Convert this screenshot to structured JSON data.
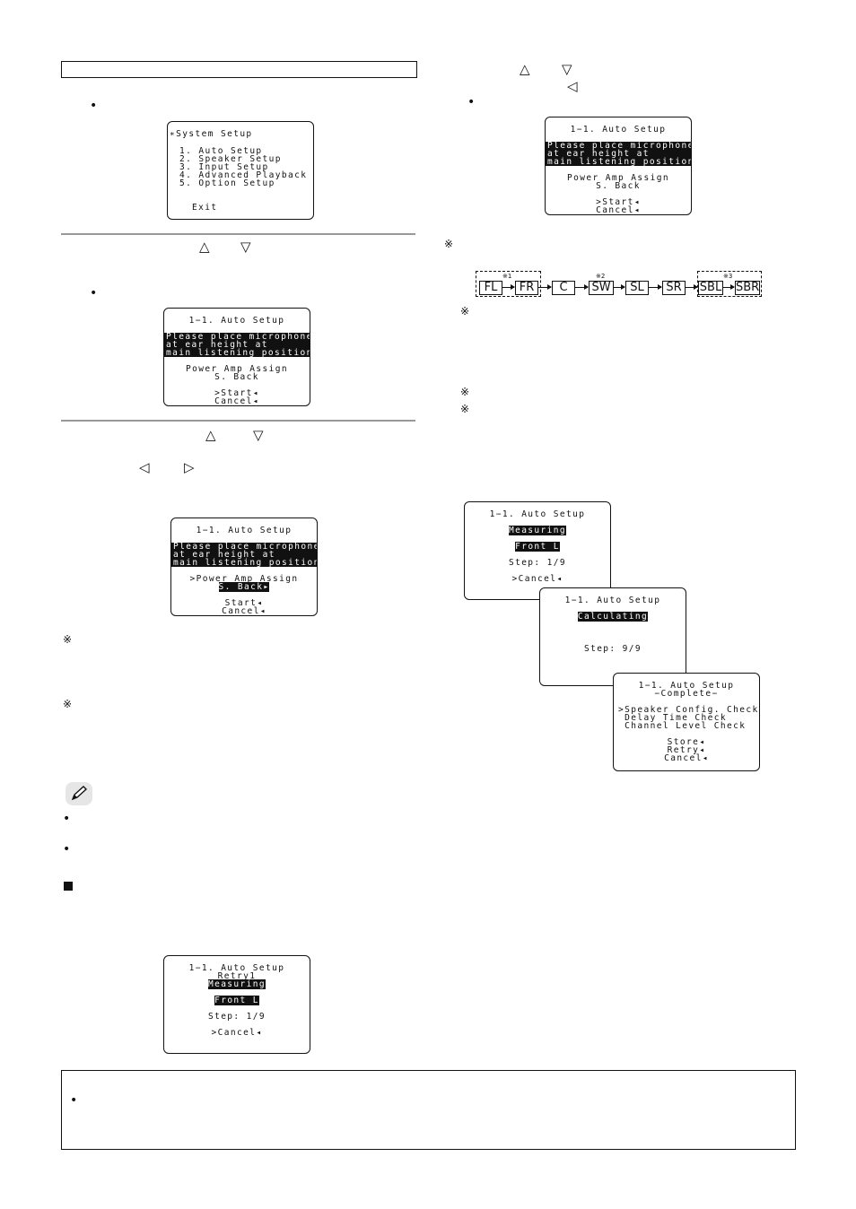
{
  "left_header_box": "",
  "screens": {
    "system_setup": {
      "title": "∗System Setup",
      "items": [
        "1. Auto Setup",
        "2. Speaker Setup",
        "3. Input Setup",
        "4. Advanced Playback",
        "5. Option Setup"
      ],
      "exit": "Exit"
    },
    "auto_setup_start": {
      "title": "1−1. Auto Setup",
      "message": [
        "Please place microphone",
        "at ear height at",
        "main listening position"
      ],
      "power_amp": "Power Amp Assign",
      "sback": "S. Back",
      "start": ">Start◂",
      "cancel": "Cancel◂"
    },
    "auto_setup_power": {
      "title": "1−1. Auto Setup",
      "message": [
        "Please place microphone",
        "at ear height at",
        "main listening position"
      ],
      "power_amp": ">Power Amp Assign",
      "sback": "S. Back▸",
      "start": "Start◂",
      "cancel": "Cancel◂"
    },
    "auto_setup_right": {
      "title": "1−1. Auto Setup",
      "message": [
        "Please place microphone",
        "at ear height at",
        "main listening position"
      ],
      "power_amp": "Power Amp Assign",
      "sback": "S. Back",
      "start": ">Start◂",
      "cancel": "Cancel◂"
    },
    "measuring": {
      "title": "1−1. Auto Setup",
      "status": "Measuring",
      "channel": "Front L",
      "step": "Step: 1/9",
      "cancel": ">Cancel◂"
    },
    "calculating": {
      "title": "1−1. Auto Setup",
      "status": "Calculating",
      "step": "Step: 9/9"
    },
    "complete": {
      "title": "1−1. Auto Setup",
      "subtitle": "−Complete−",
      "items": [
        ">Speaker Config. Check",
        " Delay Time Check",
        " Channel Level Check"
      ],
      "store": "Store◂",
      "retry": "Retry◂",
      "cancel": "Cancel◂"
    },
    "retry_measuring": {
      "title": "1−1. Auto Setup",
      "retry": "Retry1",
      "status": "Measuring",
      "channel": "Front L",
      "step": "Step: 1/9",
      "cancel": ">Cancel◂"
    }
  },
  "speaker_flow": {
    "channels": [
      "FL",
      "FR",
      "C",
      "SW",
      "SL",
      "SR",
      "SBL",
      "SBR"
    ],
    "notes": [
      "※1",
      "※2",
      "※3"
    ]
  },
  "symbols": {
    "up": "△",
    "down": "▽",
    "left": "◁",
    "right": "▷",
    "bullet": "•",
    "note": "※"
  }
}
